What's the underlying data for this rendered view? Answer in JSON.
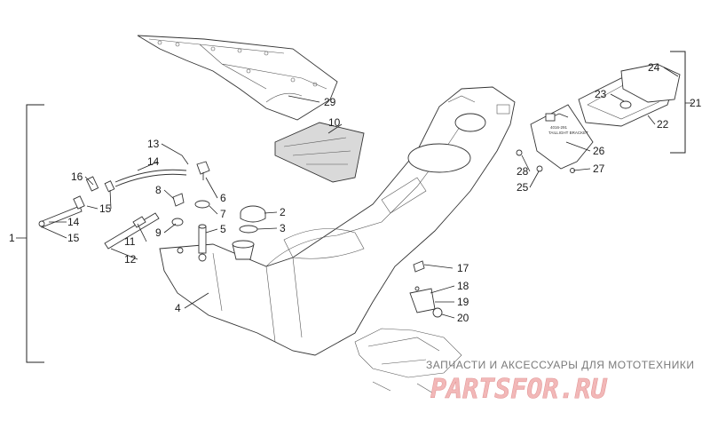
{
  "diagram": {
    "callouts": [
      {
        "id": "c1",
        "text": "1"
      },
      {
        "id": "c2",
        "text": "2"
      },
      {
        "id": "c3",
        "text": "3"
      },
      {
        "id": "c4",
        "text": "4"
      },
      {
        "id": "c5",
        "text": "5"
      },
      {
        "id": "c6",
        "text": "6"
      },
      {
        "id": "c7",
        "text": "7"
      },
      {
        "id": "c8",
        "text": "8"
      },
      {
        "id": "c9",
        "text": "9"
      },
      {
        "id": "c10",
        "text": "10"
      },
      {
        "id": "c11",
        "text": "11"
      },
      {
        "id": "c12",
        "text": "12"
      },
      {
        "id": "c13",
        "text": "13"
      },
      {
        "id": "c14a",
        "text": "14"
      },
      {
        "id": "c14b",
        "text": "14"
      },
      {
        "id": "c15a",
        "text": "15"
      },
      {
        "id": "c15b",
        "text": "15"
      },
      {
        "id": "c16",
        "text": "16"
      },
      {
        "id": "c17",
        "text": "17"
      },
      {
        "id": "c18",
        "text": "18"
      },
      {
        "id": "c19",
        "text": "19"
      },
      {
        "id": "c20",
        "text": "20"
      },
      {
        "id": "c21",
        "text": "21"
      },
      {
        "id": "c22",
        "text": "22"
      },
      {
        "id": "c23",
        "text": "23"
      },
      {
        "id": "c24",
        "text": "24"
      },
      {
        "id": "c25",
        "text": "25"
      },
      {
        "id": "c26",
        "text": "26"
      },
      {
        "id": "c27",
        "text": "27"
      },
      {
        "id": "c28",
        "text": "28"
      },
      {
        "id": "c29",
        "text": "29"
      }
    ],
    "bracket_label": "TAILLIGHT BRACKET",
    "bracket_partno": "4016-291"
  },
  "watermark": {
    "caption": "ЗАПЧАСТИ И АКСЕССУАРЫ ДЛЯ МОТОТЕХНИКИ",
    "logo": "PARTSFOR.RU",
    "logo_color": "#f2b8b8"
  }
}
